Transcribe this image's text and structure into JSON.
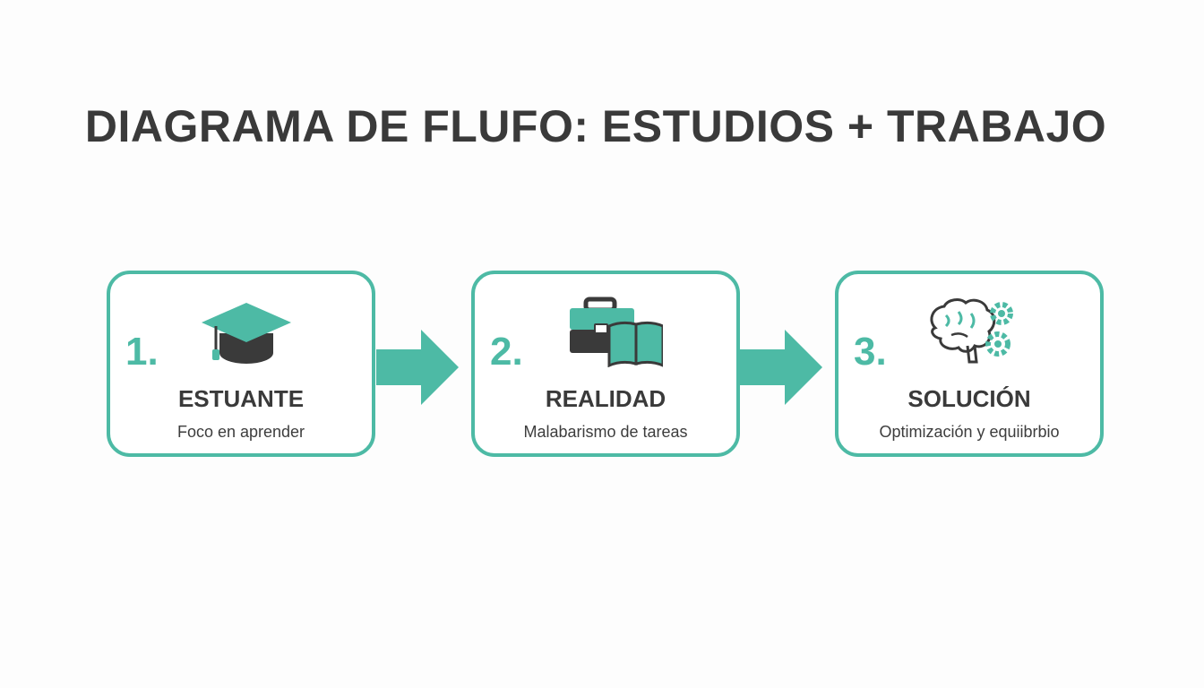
{
  "title": "DIAGRAMA DE FLUFO: ESTUDIOS + TRABAJO",
  "colors": {
    "accent": "#4dbaa5",
    "dark": "#3a3a3a",
    "background": "#fdfdfd"
  },
  "steps": [
    {
      "number": "1.",
      "heading": "ESTUANTE",
      "subtitle": "Foco en aprender",
      "icon": "graduation-cap-icon"
    },
    {
      "number": "2.",
      "heading": "REALIDAD",
      "subtitle": "Malabarismo de tareas",
      "icon": "briefcase-book-icon"
    },
    {
      "number": "3.",
      "heading": "SOLUCIÓN",
      "subtitle": "Optimización y equiibrbio",
      "icon": "brain-gears-icon"
    }
  ]
}
